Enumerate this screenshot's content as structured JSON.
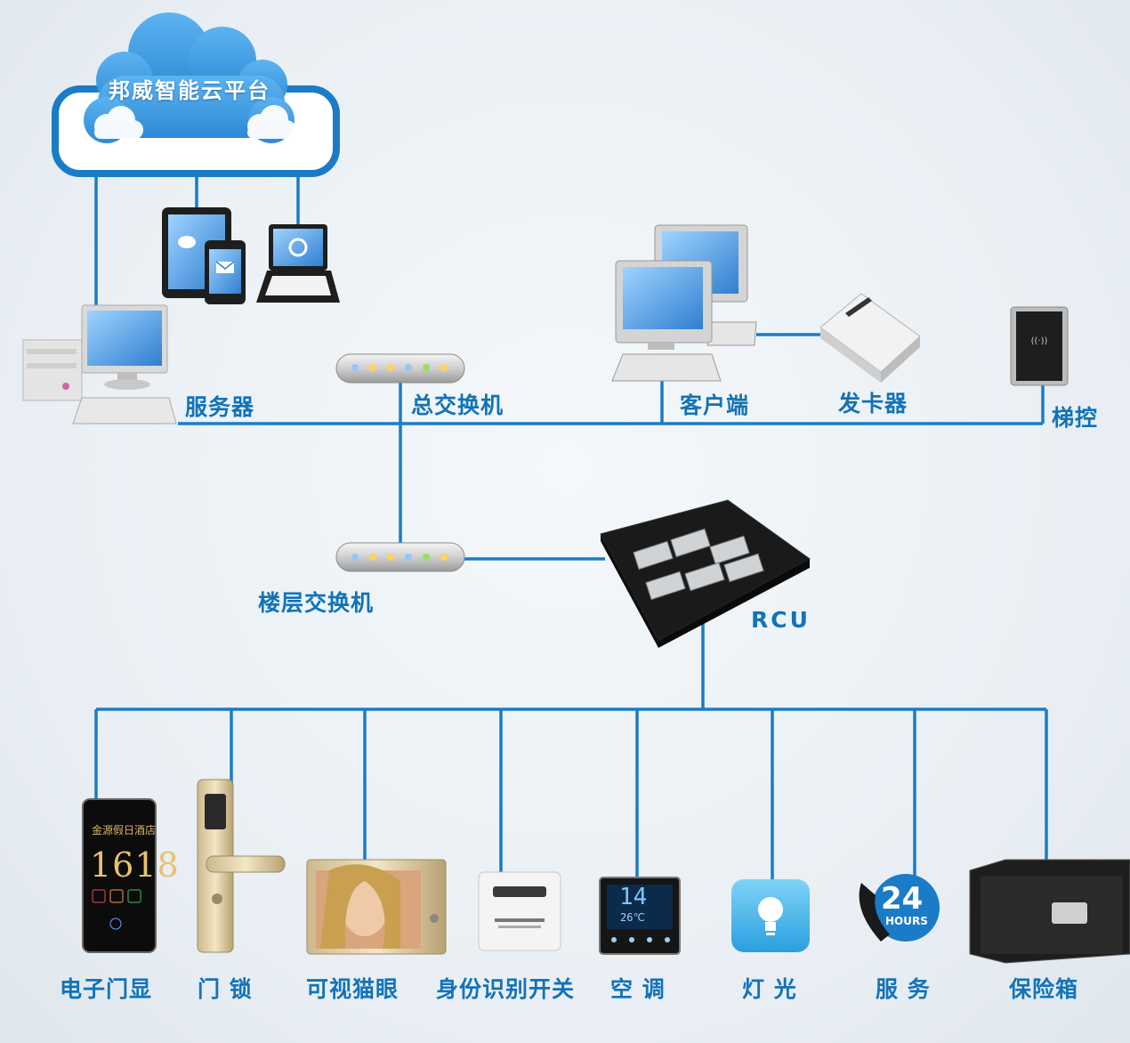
{
  "cloud": {
    "title": "邦威智能云平台"
  },
  "nodes": {
    "server": "服务器",
    "main_switch": "总交换机",
    "client": "客户端",
    "card_issuer": "发卡器",
    "elevator_control": "梯控",
    "floor_switch": "楼层交换机",
    "rcu": "RCU"
  },
  "devices": [
    {
      "label": "电子门显"
    },
    {
      "label": "门 锁"
    },
    {
      "label": "可视猫眼"
    },
    {
      "label": "身份识别开关"
    },
    {
      "label": "空 调"
    },
    {
      "label": "灯 光"
    },
    {
      "label": "服 务"
    },
    {
      "label": "保险箱"
    }
  ],
  "door_display": {
    "number": "1618"
  },
  "ac_display": {
    "temperature": "14",
    "room_temperature": "26℃"
  },
  "service_badge": {
    "number": "24",
    "unit": "HOURS"
  },
  "colors": {
    "line": "#1a7cc6",
    "label": "#1273b8",
    "cloud": "#3b9be0",
    "background": "#eef3f7"
  }
}
